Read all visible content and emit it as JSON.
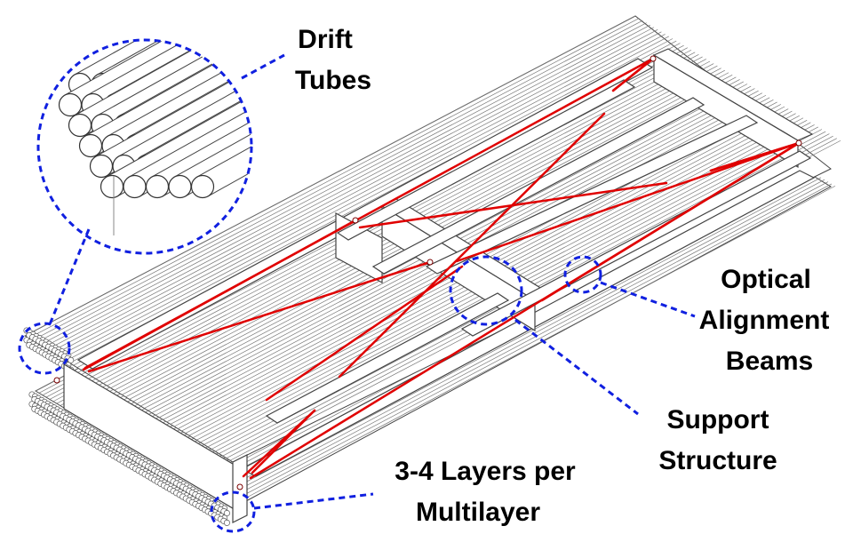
{
  "labels": {
    "drift_tubes": [
      "Drift",
      "Tubes"
    ],
    "optical_alignment_beams": [
      "Optical",
      "Alignment",
      "Beams"
    ],
    "support_structure": [
      "Support",
      "Structure"
    ],
    "layers_per_multilayer": [
      "3-4 Layers per",
      "Multilayer"
    ]
  },
  "colors": {
    "beam": "#e00000",
    "callout": "#1020e0",
    "structure": "#555555",
    "tube_fill": "#ffffff",
    "label": "#000000"
  }
}
